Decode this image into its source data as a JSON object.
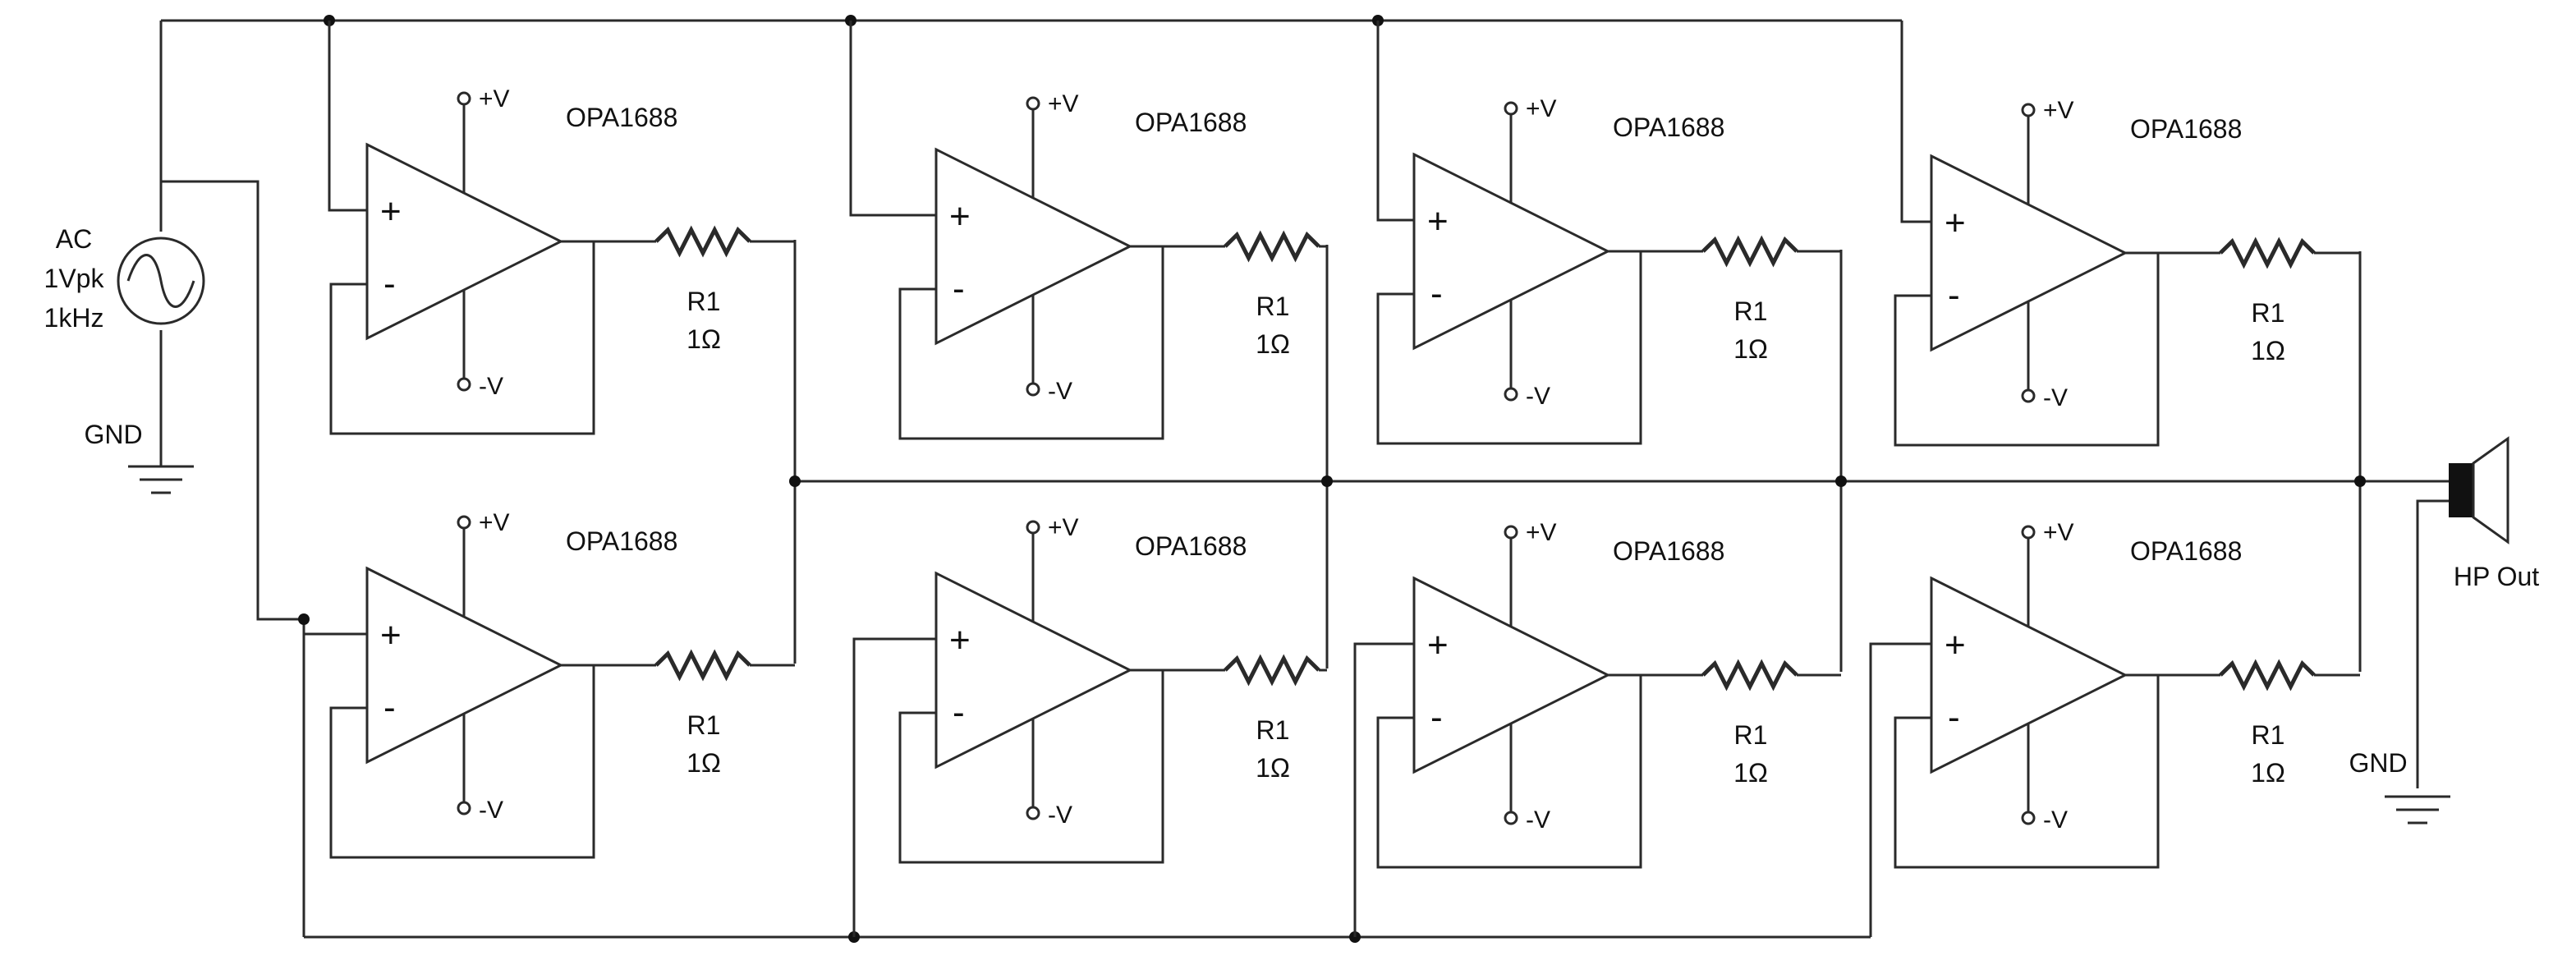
{
  "source": {
    "lines": [
      "AC",
      "1Vpk",
      "1kHz"
    ],
    "ground_label": "GND"
  },
  "output": {
    "label": "HP Out",
    "ground_label": "GND"
  },
  "amps": [
    {
      "part": "OPA1688",
      "pos_supply": "+V",
      "neg_supply": "-V",
      "in_plus": "+",
      "in_minus": "-",
      "resistor_name": "R1",
      "resistor_value": "1Ω"
    },
    {
      "part": "OPA1688",
      "pos_supply": "+V",
      "neg_supply": "-V",
      "in_plus": "+",
      "in_minus": "-",
      "resistor_name": "R1",
      "resistor_value": "1Ω"
    },
    {
      "part": "OPA1688",
      "pos_supply": "+V",
      "neg_supply": "-V",
      "in_plus": "+",
      "in_minus": "-",
      "resistor_name": "R1",
      "resistor_value": "1Ω"
    },
    {
      "part": "OPA1688",
      "pos_supply": "+V",
      "neg_supply": "-V",
      "in_plus": "+",
      "in_minus": "-",
      "resistor_name": "R1",
      "resistor_value": "1Ω"
    },
    {
      "part": "OPA1688",
      "pos_supply": "+V",
      "neg_supply": "-V",
      "in_plus": "+",
      "in_minus": "-",
      "resistor_name": "R1",
      "resistor_value": "1Ω"
    },
    {
      "part": "OPA1688",
      "pos_supply": "+V",
      "neg_supply": "-V",
      "in_plus": "+",
      "in_minus": "-",
      "resistor_name": "R1",
      "resistor_value": "1Ω"
    },
    {
      "part": "OPA1688",
      "pos_supply": "+V",
      "neg_supply": "-V",
      "in_plus": "+",
      "in_minus": "-",
      "resistor_name": "R1",
      "resistor_value": "1Ω"
    },
    {
      "part": "OPA1688",
      "pos_supply": "+V",
      "neg_supply": "-V",
      "in_plus": "+",
      "in_minus": "-",
      "resistor_name": "R1",
      "resistor_value": "1Ω"
    }
  ]
}
